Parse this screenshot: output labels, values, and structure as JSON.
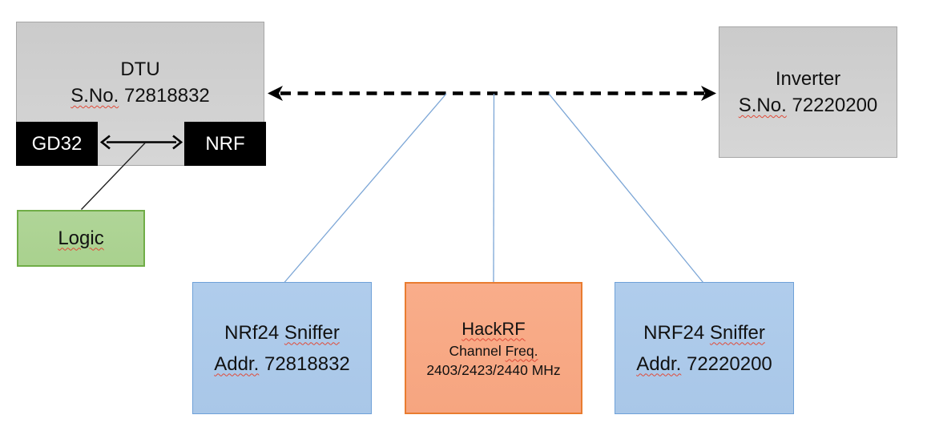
{
  "colors": {
    "background": "#ffffff",
    "gray_fill": "#d2d2d2",
    "gray_border": "#a6a6a6",
    "black_fill": "#000000",
    "green_fill": "#a9d18e",
    "green_border": "#70ad47",
    "blue_fill": "#a9c7e8",
    "blue_border": "#6fa1d8",
    "orange_fill": "#f6a580",
    "orange_border": "#e97c30",
    "connector_blue": "#7ca6d6",
    "arrow_black": "#000000",
    "squiggle_red": "#e04a38"
  },
  "nodes": {
    "dtu": {
      "title": "DTU",
      "serial_label": "S.No.",
      "serial_value": "72818832"
    },
    "gd32": {
      "label": "GD32"
    },
    "nrf": {
      "label": "NRF"
    },
    "logic": {
      "label": "Logic"
    },
    "inverter": {
      "title": "Inverter",
      "serial_label": "S.No.",
      "serial_value": "72220200"
    },
    "sniffer_left": {
      "title_prefix": "NRf24",
      "title_word": "Sniffer",
      "addr_label": "Addr.",
      "addr_value": "72818832"
    },
    "hackrf": {
      "title": "HackRF",
      "subtitle_prefix": "Channel",
      "subtitle_word": "Freq.",
      "frequencies": "2403/2423/2440 MHz"
    },
    "sniffer_right": {
      "title_prefix": "NRF24",
      "title_word": "Sniffer",
      "addr_label": "Addr.",
      "addr_value": "72220200"
    }
  }
}
